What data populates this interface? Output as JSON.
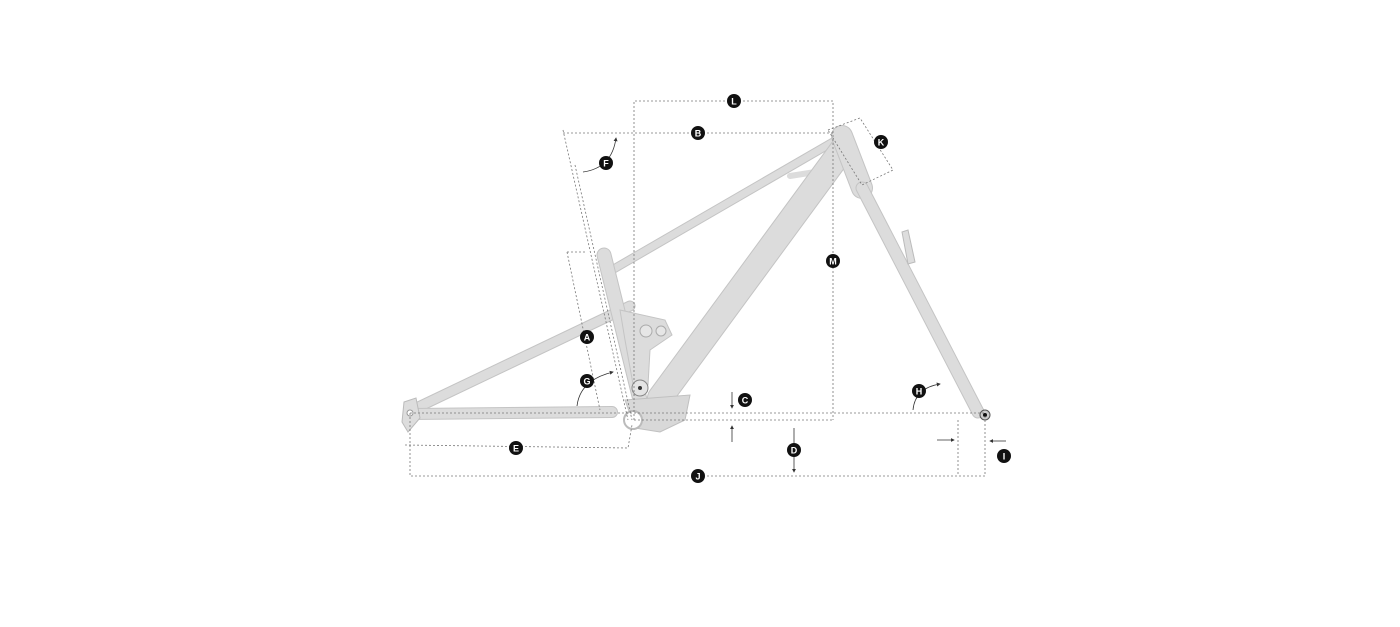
{
  "diagram": {
    "title": "Bike frame geometry",
    "labels": {
      "A": "A",
      "B": "B",
      "C": "C",
      "D": "D",
      "E": "E",
      "F": "F",
      "G": "G",
      "H": "H",
      "I": "I",
      "J": "J",
      "K": "K",
      "L": "L",
      "M": "M"
    },
    "colors": {
      "frame": "#dcdcdc",
      "label_bg": "#111111",
      "dash": "#777777"
    }
  }
}
